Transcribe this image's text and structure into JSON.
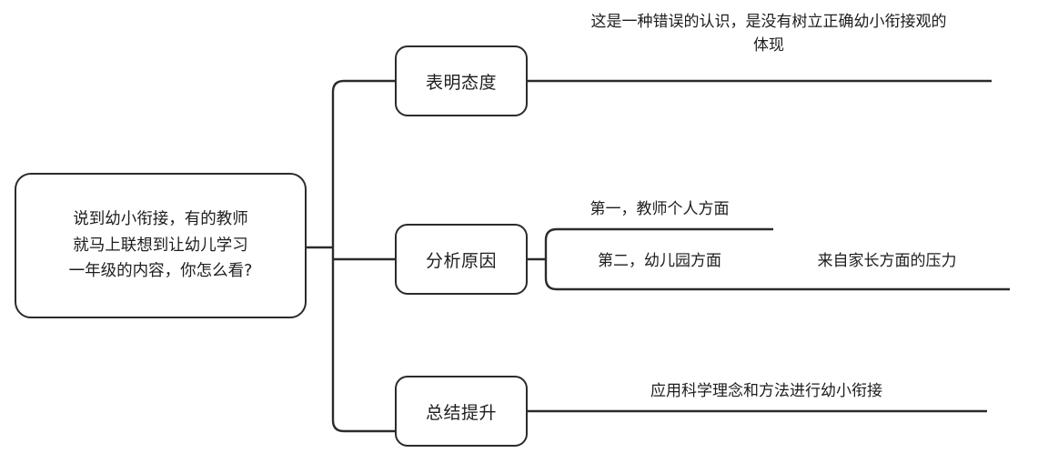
{
  "diagram": {
    "type": "mind-map",
    "orientation": "left-to-right",
    "background_color": "#ffffff",
    "stroke_color": "#2b2b2b",
    "text_color": "#1d1d1d",
    "root": {
      "label": "说到幼小衔接，有的教师\n就马上联想到让幼儿学习\n一年级的内容，你怎么看?"
    },
    "branches": [
      {
        "label": "表明态度",
        "leaves": [
          {
            "label": "这是一种错误的认识，是没有树立正确幼小衔接观的\n体现"
          }
        ]
      },
      {
        "label": "分析原因",
        "leaves": [
          {
            "label": "第一，教师个人方面"
          },
          {
            "label": "第二，幼儿园方面"
          },
          {
            "label": "来自家长方面的压力"
          }
        ]
      },
      {
        "label": "总结提升",
        "leaves": [
          {
            "label": "应用科学理念和方法进行幼小衔接"
          }
        ]
      }
    ]
  }
}
